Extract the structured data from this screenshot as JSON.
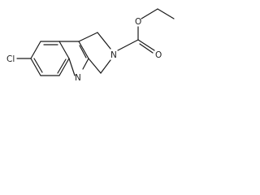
{
  "molecule": {
    "atoms": {
      "cl": "Cl",
      "n_quinoline": "N",
      "n_pyrroline": "N",
      "o_ether": "O",
      "o_carbonyl": "O"
    }
  },
  "colors": {
    "bond": "#1a1a1a",
    "label": "#222222",
    "background": "#ffffff"
  }
}
